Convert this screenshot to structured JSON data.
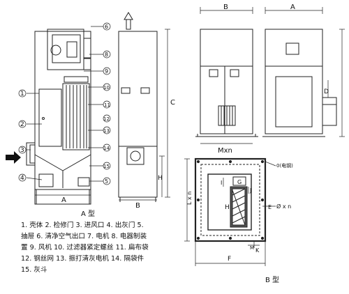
{
  "callouts_left": [
    "1",
    "2",
    "3",
    "4"
  ],
  "callouts_right": [
    "6",
    "8",
    "9",
    "10",
    "11",
    "12",
    "13",
    "14",
    "15",
    "5"
  ],
  "view_a": {
    "dim_bottom": "A",
    "title": "A 型"
  },
  "view_side": {
    "dim_c": "C",
    "dim_h": "H",
    "dim_bottom": "B"
  },
  "view_b_front": {
    "dim_top": "B"
  },
  "view_b_side": {
    "dim_top": "A",
    "dim_d": "D"
  },
  "dim_mxn": "Mxn",
  "plan": {
    "label_Ld": "0(电钢)",
    "label_lxn": "L x n",
    "label_I": "I",
    "label_G": "G",
    "label_J": "J",
    "label_H": "H",
    "label_E": "E",
    "label_phi": "Ø x n",
    "label_K": "K",
    "label_M": "M",
    "label_F": "F",
    "title": "B 型"
  },
  "legend": [
    "1. 壳体  2. 检修门  3. 进风口  4. 出灰门  5.",
    "抽屉  6. 清净空气出口  7. 电机  8. 电器制装",
    "置  9. 风机  10. 过滤器紧定螺丝  11. 扁布袋",
    "12. 钢丝网  13. 振打清灰电机  14. 隔袋件",
    "15. 灰斗"
  ]
}
